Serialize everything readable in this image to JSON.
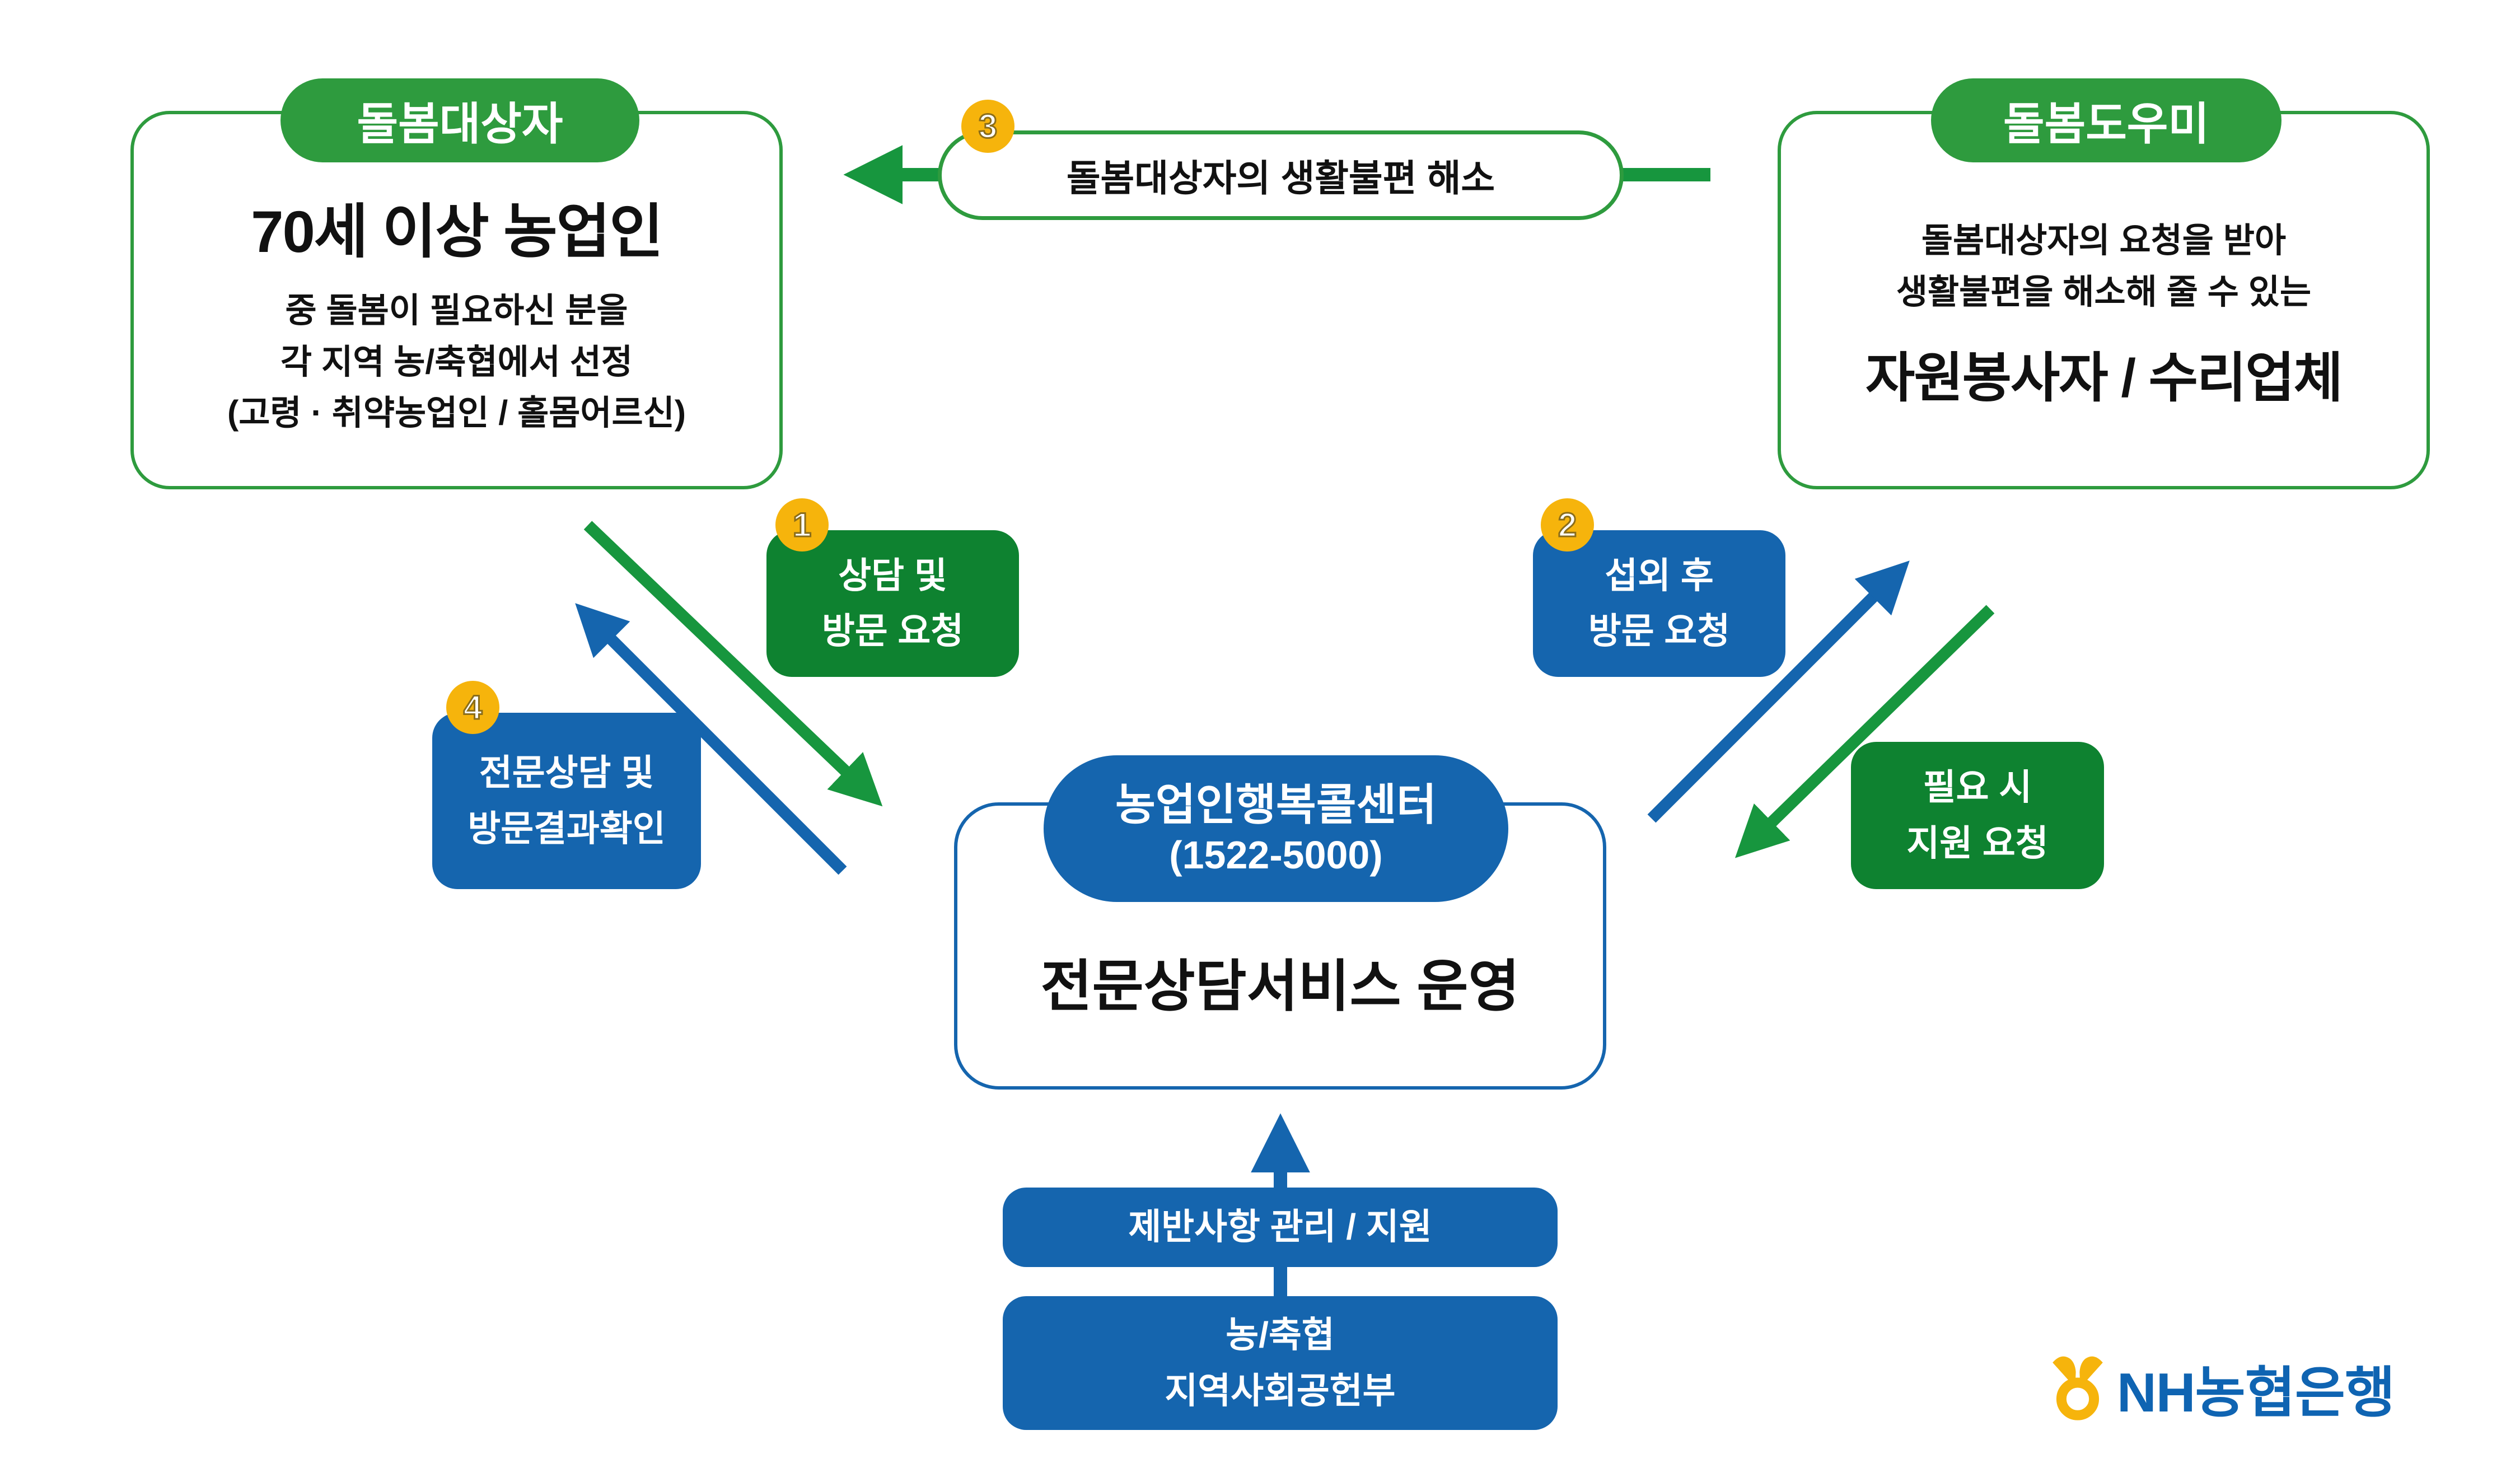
{
  "palette": {
    "badge_green": "#2e9b3e",
    "box_green": "#0e8230",
    "arrow_green": "#17963e",
    "blue": "#1565ae",
    "badge_yellow": "#f6b40c",
    "nh_blue": "#0f64b2",
    "text_dark": "#111111"
  },
  "left_box": {
    "badge": "돌봄대상자",
    "title": "70세 이상 농업인",
    "lines": [
      "중 돌봄이 필요하신 분을",
      "각 지역 농/축협에서 선정",
      "(고령 · 취약농업인 / 홀몸어르신)"
    ]
  },
  "right_box": {
    "badge": "돌봄도우미",
    "lines": [
      "돌봄대상자의 요청을 받아",
      "생활불편을 해소해 줄 수 있는"
    ],
    "title": "자원봉사자 / 수리업체"
  },
  "top_flow": {
    "number": "3",
    "label": "돌봄대상자의 생활불편 해소"
  },
  "flows": {
    "step1": {
      "number": "1",
      "lines": [
        "상담 및",
        "방문 요청"
      ]
    },
    "step2": {
      "number": "2",
      "lines": [
        "섭외 후",
        "방문 요청"
      ]
    },
    "step4": {
      "number": "4",
      "lines": [
        "전문상담 및",
        "방문결과확인"
      ]
    },
    "support": {
      "lines": [
        "필요 시",
        "지원 요청"
      ]
    }
  },
  "center_box": {
    "badge_title": "농업인행복콜센터",
    "badge_phone": "(1522-5000)",
    "title": "전문상담서비스 운영"
  },
  "bottom": {
    "manage_label": "제반사항 관리 / 지원",
    "org_lines": [
      "농/축협",
      "지역사회공헌부"
    ]
  },
  "logo": {
    "text": "NH농협은행"
  }
}
